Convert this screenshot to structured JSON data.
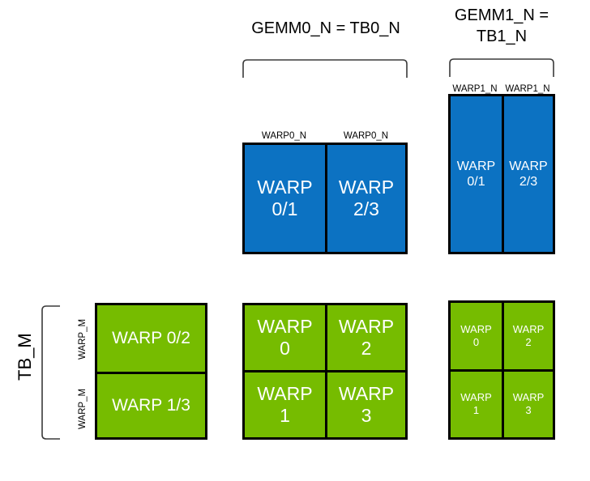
{
  "figure": {
    "colors": {
      "blue": "#0c72c2",
      "green": "#76bc00",
      "outline": "#000000",
      "background": "#ffffff",
      "text_on_fill": "#ffffff",
      "text": "#000000"
    },
    "headings": {
      "gemm0": "GEMM0_N = TB0_N",
      "gemm1": "GEMM1_N =\nTB1_N"
    },
    "row_brace_label": "TB_M",
    "warp_m_labels": [
      "WARP_M",
      "WARP_M"
    ],
    "gemm0_warp_n_labels": [
      "WARP0_N",
      "WARP0_N"
    ],
    "gemm1_warp_n_labels": [
      "WARP1_N",
      "WARP1_N"
    ],
    "blue_gemm0": {
      "cells": [
        "WARP\n0/1",
        "WARP\n2/3"
      ]
    },
    "blue_gemm1": {
      "cells": [
        "WARP\n0/1",
        "WARP\n2/3"
      ]
    },
    "green_left": {
      "cells": [
        "WARP 0/2",
        "WARP 1/3"
      ]
    },
    "green_middle": {
      "cells": [
        "WARP\n0",
        "WARP\n2",
        "WARP\n1",
        "WARP\n3"
      ]
    },
    "green_right": {
      "cells": [
        "WARP\n0",
        "WARP\n2",
        "WARP\n1",
        "WARP\n3"
      ]
    }
  }
}
